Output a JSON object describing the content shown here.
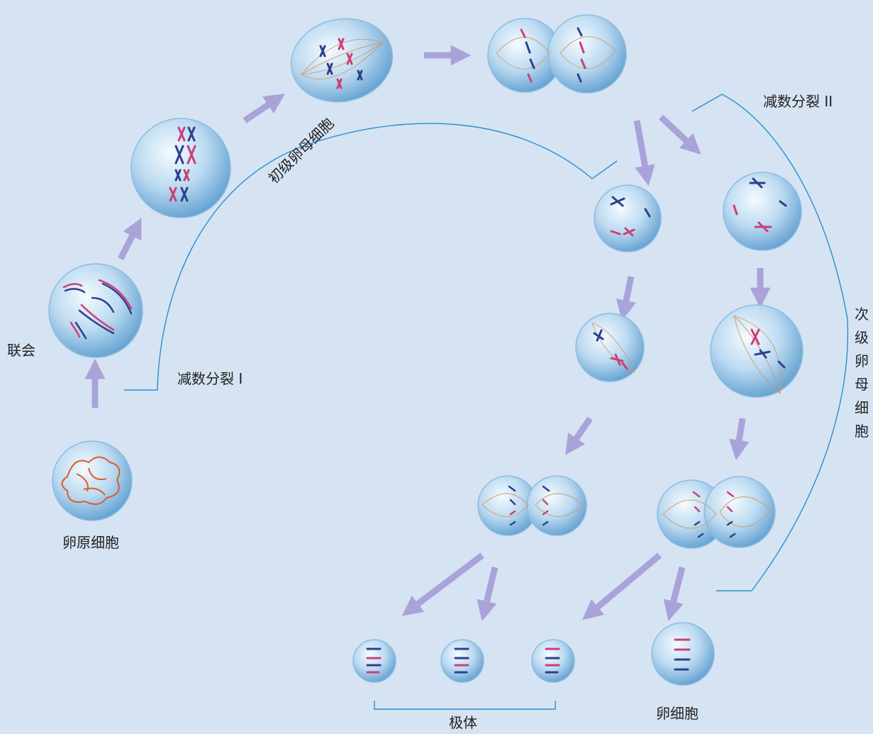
{
  "labels": {
    "oogonium": "卵原细胞",
    "synapsis": "联会",
    "meiosis_1": "减数分裂 I",
    "meiosis_2": "减数分裂 II",
    "primary_oocyte": "初级卵母细胞",
    "secondary_oocyte": "次级卵母细胞",
    "polar_bodies": "极体",
    "egg_cell": "卵细胞"
  },
  "colors": {
    "background": "#d6e3f3",
    "arrow": "#a9a3da",
    "bracket": "#2a8fd0",
    "chromosome_maternal": "#cc3f78",
    "chromosome_paternal": "#2f3f8c"
  }
}
